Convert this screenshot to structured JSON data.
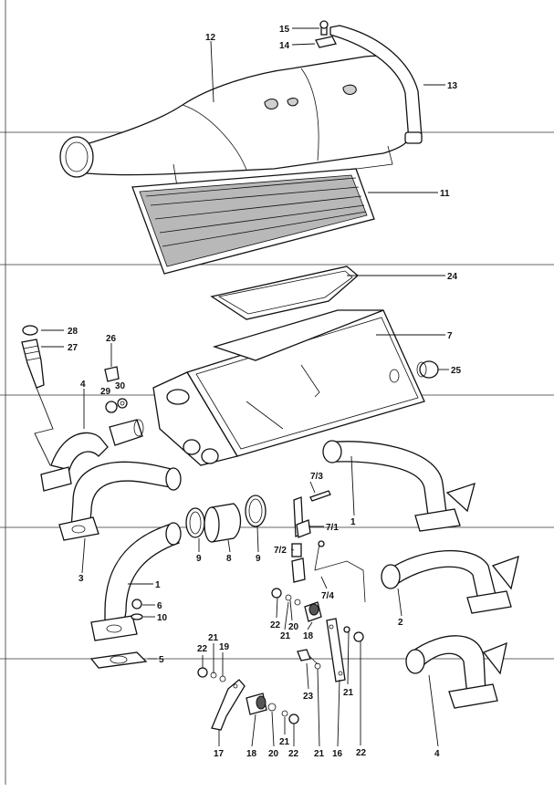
{
  "labels": [
    {
      "id": "12",
      "text": "12"
    },
    {
      "id": "15",
      "text": "15"
    },
    {
      "id": "14",
      "text": "14"
    },
    {
      "id": "13",
      "text": "13"
    },
    {
      "id": "11",
      "text": "11"
    },
    {
      "id": "24",
      "text": "24"
    },
    {
      "id": "28",
      "text": "28"
    },
    {
      "id": "27",
      "text": "27"
    },
    {
      "id": "26",
      "text": "26"
    },
    {
      "id": "7",
      "text": "7"
    },
    {
      "id": "25",
      "text": "25"
    },
    {
      "id": "4a",
      "text": "4"
    },
    {
      "id": "29",
      "text": "29"
    },
    {
      "id": "30",
      "text": "30"
    },
    {
      "id": "7_3",
      "text": "7/3"
    },
    {
      "id": "1a",
      "text": "1"
    },
    {
      "id": "7_1",
      "text": "7/1"
    },
    {
      "id": "7_2",
      "text": "7/2"
    },
    {
      "id": "9a",
      "text": "9"
    },
    {
      "id": "8",
      "text": "8"
    },
    {
      "id": "9b",
      "text": "9"
    },
    {
      "id": "3",
      "text": "3"
    },
    {
      "id": "1b",
      "text": "1"
    },
    {
      "id": "7_4",
      "text": "7/4"
    },
    {
      "id": "6",
      "text": "6"
    },
    {
      "id": "10",
      "text": "10"
    },
    {
      "id": "22a",
      "text": "22"
    },
    {
      "id": "20a",
      "text": "20"
    },
    {
      "id": "21a",
      "text": "21"
    },
    {
      "id": "18a",
      "text": "18"
    },
    {
      "id": "2",
      "text": "2"
    },
    {
      "id": "21b",
      "text": "21"
    },
    {
      "id": "22b",
      "text": "22"
    },
    {
      "id": "19",
      "text": "19"
    },
    {
      "id": "5",
      "text": "5"
    },
    {
      "id": "23",
      "text": "23"
    },
    {
      "id": "17",
      "text": "17"
    },
    {
      "id": "18b",
      "text": "18"
    },
    {
      "id": "20b",
      "text": "20"
    },
    {
      "id": "21c",
      "text": "21"
    },
    {
      "id": "22c",
      "text": "22"
    },
    {
      "id": "21d",
      "text": "21"
    },
    {
      "id": "16",
      "text": "16"
    },
    {
      "id": "21e",
      "text": "21"
    },
    {
      "id": "22d",
      "text": "22"
    },
    {
      "id": "4b",
      "text": "4"
    }
  ]
}
